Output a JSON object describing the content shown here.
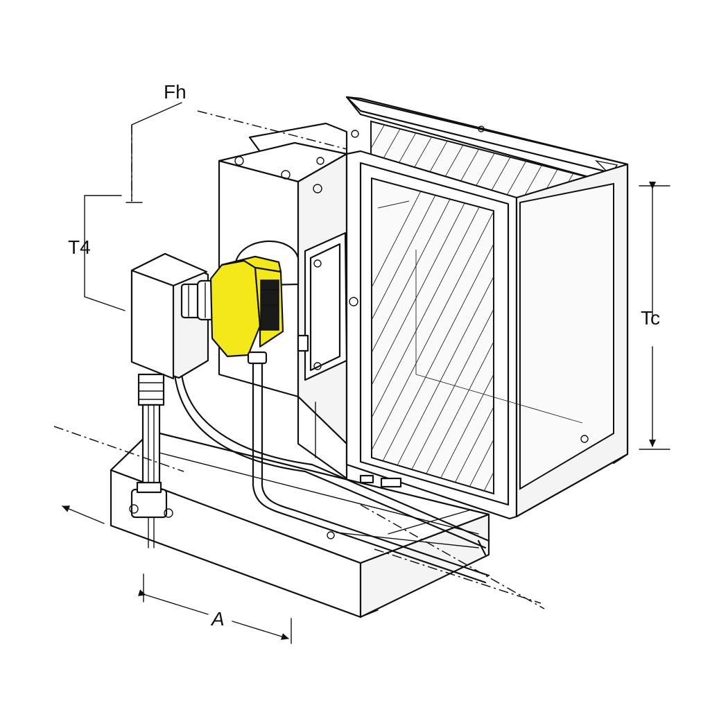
{
  "labels": {
    "top_left": "Fh",
    "left": "T4",
    "right": "Tc",
    "bottom": "A"
  },
  "colors": {
    "sensor": "#f2e81a",
    "line": "#111111",
    "background": "#ffffff"
  }
}
